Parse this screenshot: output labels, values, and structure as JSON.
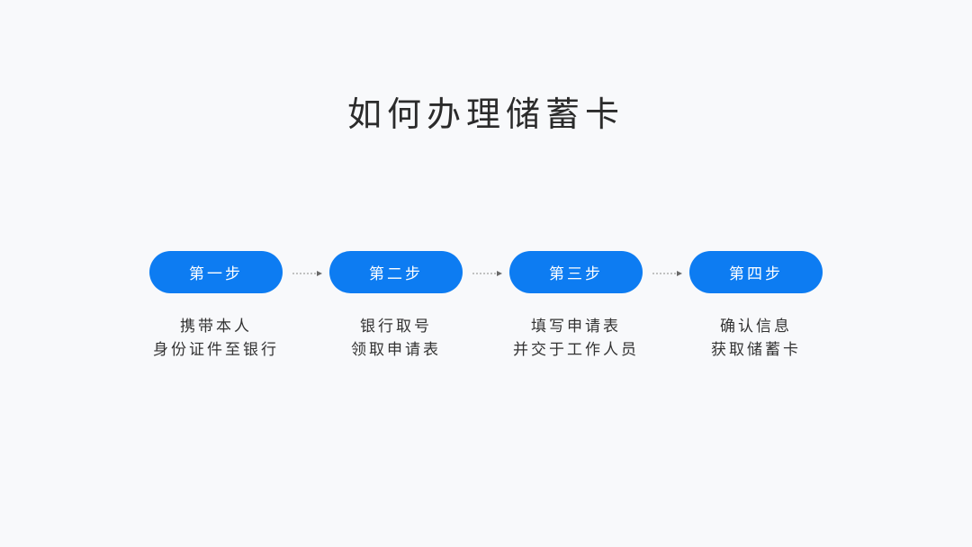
{
  "title": "如何办理储蓄卡",
  "colors": {
    "background": "#f8f9fb",
    "accent": "#0d7cf2",
    "text": "#333333",
    "arrow": "#8a8a8a"
  },
  "steps": [
    {
      "label": "第一步",
      "lines": [
        "携带本人",
        "身份证件至银行"
      ]
    },
    {
      "label": "第二步",
      "lines": [
        "银行取号",
        "领取申请表"
      ]
    },
    {
      "label": "第三步",
      "lines": [
        "填写申请表",
        "并交于工作人员"
      ]
    },
    {
      "label": "第四步",
      "lines": [
        "确认信息",
        "获取储蓄卡"
      ]
    }
  ]
}
